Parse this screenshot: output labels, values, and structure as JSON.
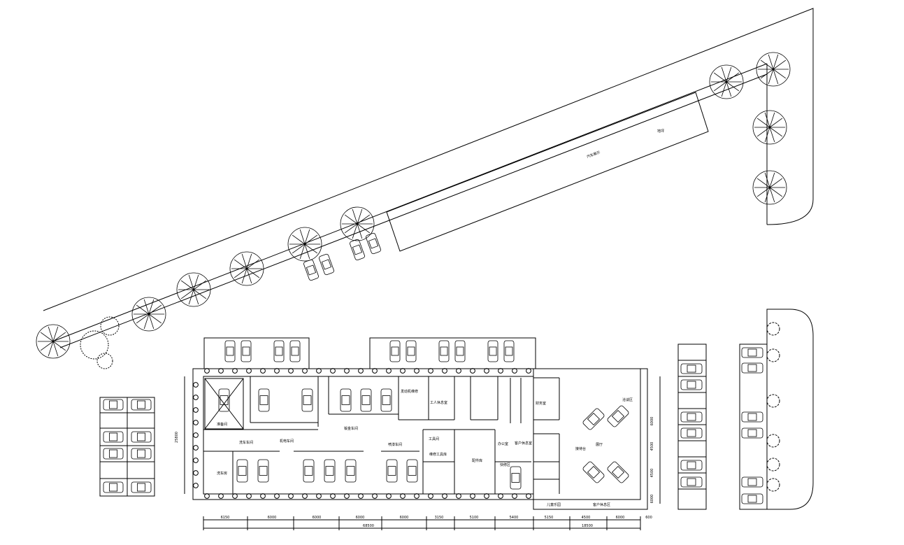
{
  "plan": {
    "labels": {
      "parking_strip": "汽车展示",
      "strip_end": "地坪",
      "hall": "展厅",
      "left_workshop_1": "洗车车间",
      "left_workshop_2": "机电车间",
      "mid_workshop": "钣金车间",
      "paint_workshop": "喷漆车间",
      "parts_store": "配件库",
      "tool_room": "工具间",
      "wash_room": "洗车房",
      "quick_repair": "快修区",
      "customer_lounge": "客户休息区",
      "office_a": "工人休息室",
      "office_b": "发动机维修",
      "prep_area": "准备间",
      "small_a": "维修工具库",
      "small_b": "办公室",
      "small_c": "客户休息室",
      "small_d": "财务室",
      "small_e": "接待台",
      "small_f": "洽谈区",
      "small_g": "儿童乐园"
    },
    "dimensions": {
      "bottom": [
        "6150",
        "6000",
        "6000",
        "6000",
        "6000",
        "3150",
        "5100",
        "5400",
        "5150",
        "4500",
        "6000",
        "600"
      ],
      "bottom_totals": [
        "68500",
        "18500"
      ],
      "left": "25800",
      "right": [
        "6000",
        "4500",
        "4500",
        "6000"
      ]
    }
  }
}
